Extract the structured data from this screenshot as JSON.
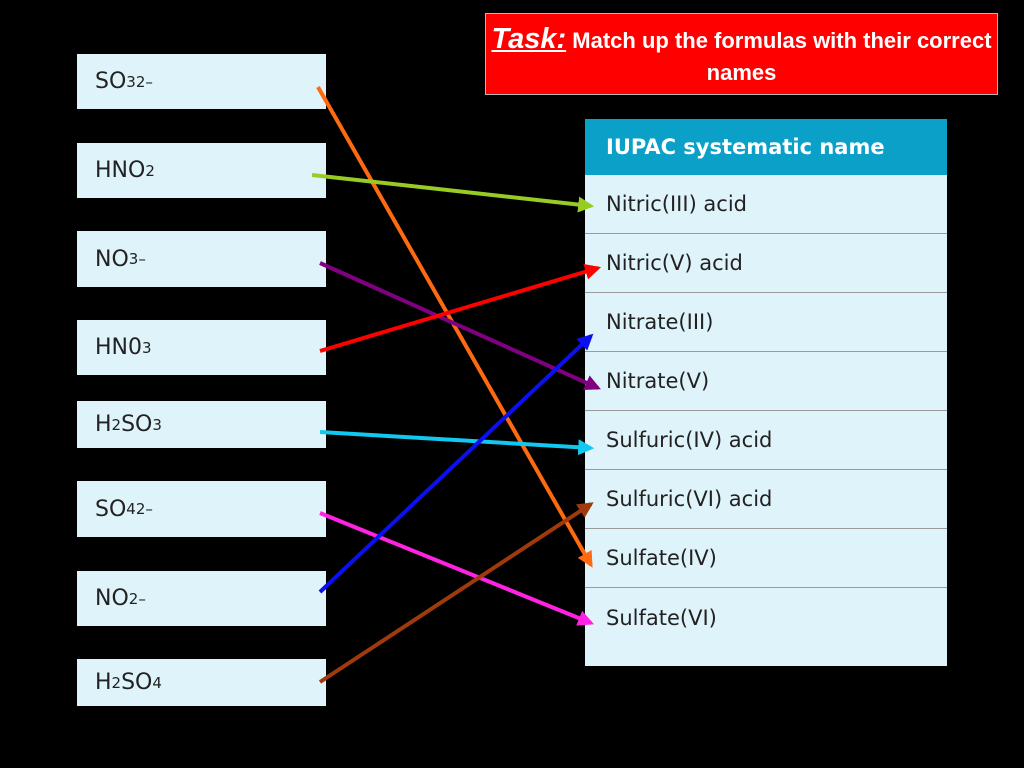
{
  "task": {
    "label": "Task:",
    "text": "Match up the formulas with their correct names"
  },
  "formulas": [
    {
      "id": "so3-2minus",
      "parts": [
        {
          "t": "SO"
        },
        {
          "t": "3",
          "sub": true
        },
        {
          "t": "2–",
          "sup": true
        }
      ]
    },
    {
      "id": "hno2",
      "parts": [
        {
          "t": "HNO"
        },
        {
          "t": "2",
          "sub": true
        }
      ]
    },
    {
      "id": "no3-minus",
      "parts": [
        {
          "t": "NO"
        },
        {
          "t": "3",
          "sub": true
        },
        {
          "t": "–",
          "sup": true
        }
      ]
    },
    {
      "id": "hn03",
      "parts": [
        {
          "t": "HN0"
        },
        {
          "t": "3",
          "sub": true
        }
      ]
    },
    {
      "id": "h2so3",
      "parts": [
        {
          "t": "H"
        },
        {
          "t": "2",
          "sub": true
        },
        {
          "t": "SO"
        },
        {
          "t": "3",
          "sub": true
        }
      ]
    },
    {
      "id": "so4-2minus",
      "parts": [
        {
          "t": "SO"
        },
        {
          "t": "4",
          "sub": true
        },
        {
          "t": "2–",
          "sup": true
        }
      ]
    },
    {
      "id": "no2-minus",
      "parts": [
        {
          "t": "NO"
        },
        {
          "t": "2",
          "sub": true
        },
        {
          "t": "–",
          "sup": true
        }
      ]
    },
    {
      "id": "h2so4",
      "parts": [
        {
          "t": "H"
        },
        {
          "t": "2",
          "sub": true
        },
        {
          "t": "SO"
        },
        {
          "t": "4",
          "sub": true
        }
      ]
    }
  ],
  "names_table": {
    "header": "IUPAC systematic name",
    "rows": [
      "Nitric(III) acid",
      "Nitric(V) acid",
      "Nitrate(III)",
      "Nitrate(V)",
      "Sulfuric(IV) acid",
      "Sulfuric(VI) acid",
      "Sulfate(IV)",
      "Sulfate(VI)"
    ]
  },
  "matches": [
    {
      "formula": 0,
      "name": 6,
      "color": "#ff6a10"
    },
    {
      "formula": 1,
      "name": 0,
      "color": "#99cc22"
    },
    {
      "formula": 2,
      "name": 3,
      "color": "#800080"
    },
    {
      "formula": 3,
      "name": 1,
      "color": "#ff0000"
    },
    {
      "formula": 4,
      "name": 4,
      "color": "#11c8f0"
    },
    {
      "formula": 5,
      "name": 7,
      "color": "#ff22e0"
    },
    {
      "formula": 6,
      "name": 2,
      "color": "#0a10f0"
    },
    {
      "formula": 7,
      "name": 5,
      "color": "#a03a0a"
    }
  ]
}
